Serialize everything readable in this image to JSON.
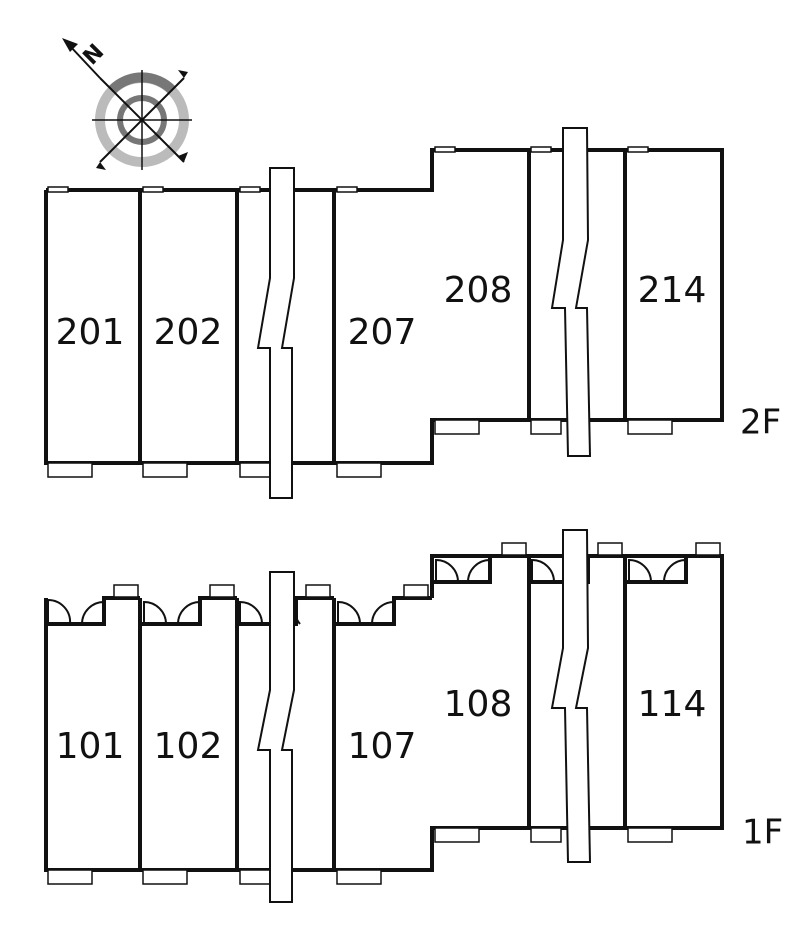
{
  "floors": [
    {
      "id": "2F",
      "label": "2F",
      "units": [
        {
          "number": "201"
        },
        {
          "number": "202"
        },
        {
          "number": "207"
        },
        {
          "number": "208"
        },
        {
          "number": "214"
        }
      ]
    },
    {
      "id": "1F",
      "label": "1F",
      "units": [
        {
          "number": "101"
        },
        {
          "number": "102"
        },
        {
          "number": "107"
        },
        {
          "number": "108"
        },
        {
          "number": "114"
        }
      ]
    }
  ],
  "compass": {
    "icon": "north-arrow-compass-icon",
    "direction_letter": "N"
  },
  "colors": {
    "line": "#111111",
    "compass_dark": "#777777",
    "compass_light": "#bbbbbb"
  }
}
